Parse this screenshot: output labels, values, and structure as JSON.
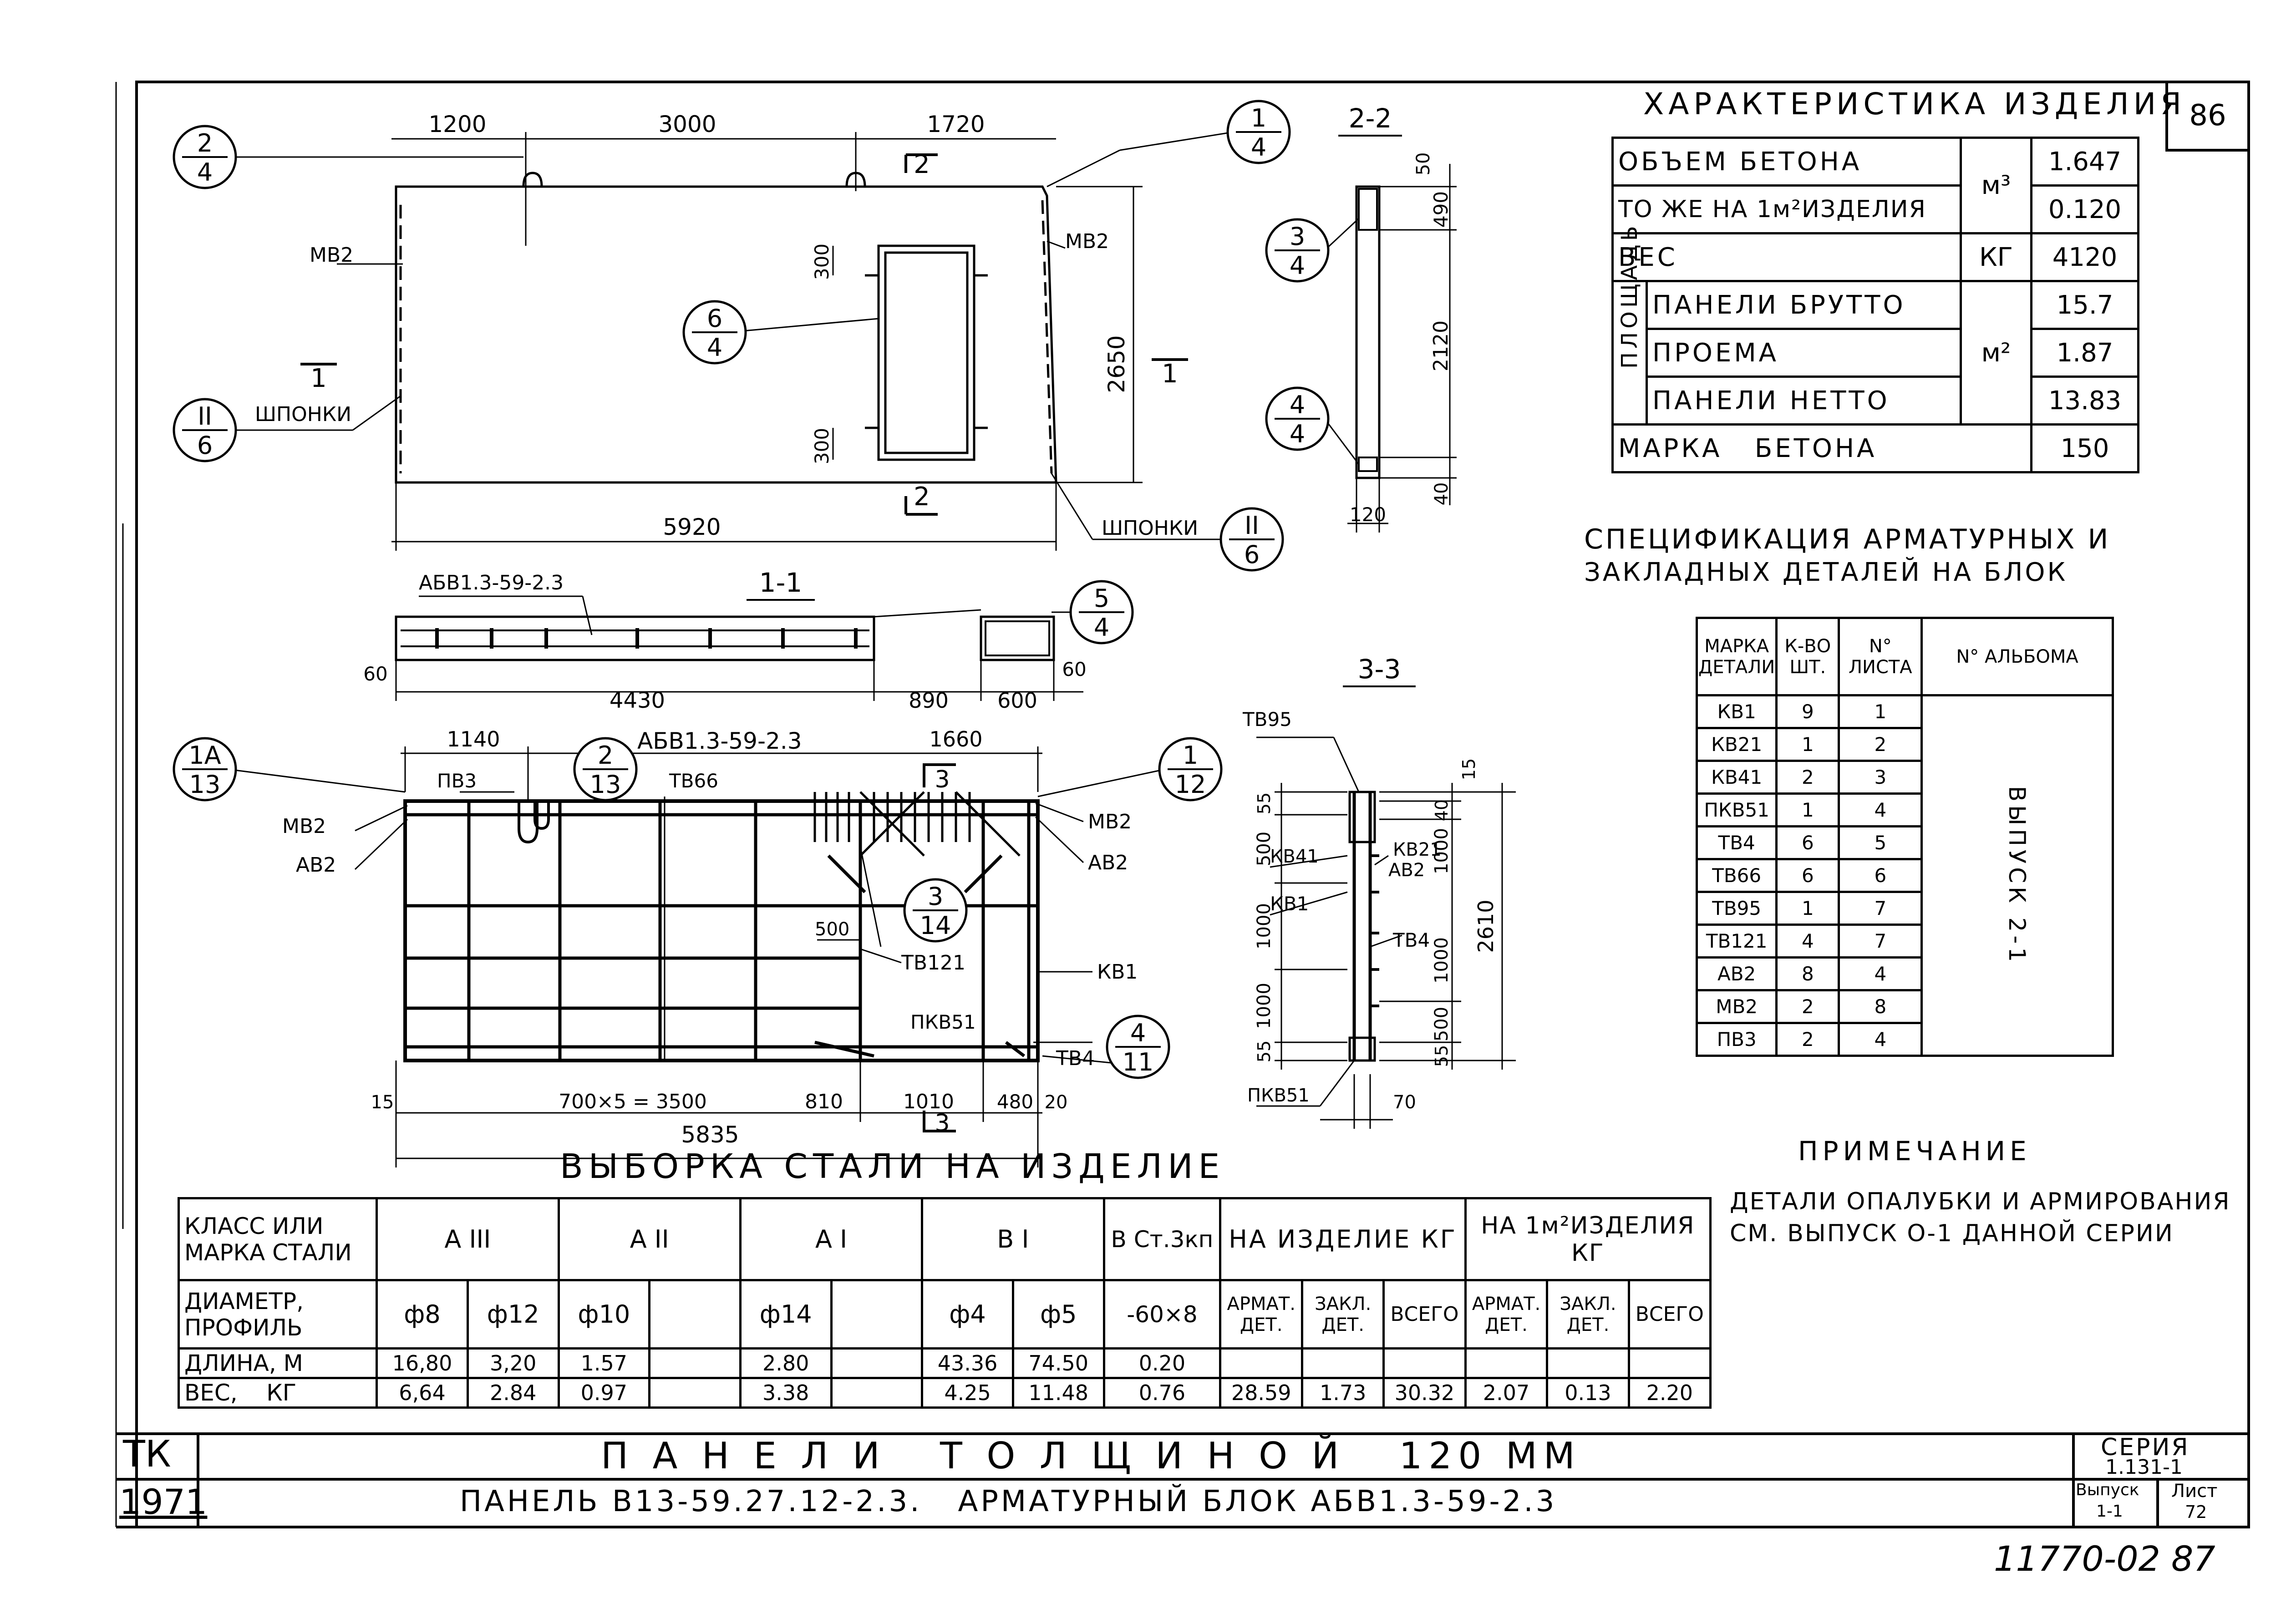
{
  "sheet": {
    "number": "86",
    "bottom_note": "11770-02 87"
  },
  "title_block": {
    "org": "ТК",
    "year": "1971",
    "title": "П А Н Е Л И   Т О Л Щ И Н О Й   120 ММ",
    "subtitle": "ПАНЕЛЬ В13-59.27.12-2.3.   АРМАТУРНЫЙ БЛОК АБВ1.3-59-2.3",
    "series_label": "СЕРИЯ",
    "series_value": "1.131-1",
    "issue_label": "Выпуск",
    "issue_value": "1-1",
    "sheet_label": "Лист",
    "sheet_value": "72"
  },
  "characteristics": {
    "heading": "ХАРАКТЕРИСТИКА ИЗДЕЛИЯ",
    "rows": [
      {
        "label": "ОБЪЕМ БЕТОНА",
        "unit": "м³",
        "value": "1.647"
      },
      {
        "label": "ТО ЖЕ НА 1м²ИЗДЕЛИЯ",
        "unit": "",
        "value": "0.120"
      },
      {
        "label": "ВЕС",
        "unit": "КГ",
        "value": "4120"
      },
      {
        "label": "ПАНЕЛИ БРУТТО",
        "unit": "м²",
        "value": "15.7"
      },
      {
        "label": "ПРОЕМА",
        "unit": "",
        "value": "1.87"
      },
      {
        "label": "ПАНЕЛИ НЕТТО",
        "unit": "",
        "value": "13.83"
      },
      {
        "label": "МАРКА   БЕТОНА",
        "unit": "",
        "value": "150"
      }
    ],
    "group_label": "ПЛОЩАДЬ"
  },
  "specification": {
    "heading_1": "СПЕЦИФИКАЦИЯ АРМАТУРНЫХ И",
    "heading_2": "ЗАКЛАДНЫХ ДЕТАЛЕЙ НА БЛОК",
    "columns": [
      "МАРКА ДЕТАЛИ",
      "К-ВО ШТ.",
      "N° ЛИСТА",
      "N° АЛЬБОМА"
    ],
    "album_note": "ВЫПУСК 2-1",
    "rows": [
      [
        "КВ1",
        "9",
        "1"
      ],
      [
        "КВ21",
        "1",
        "2"
      ],
      [
        "КВ41",
        "2",
        "3"
      ],
      [
        "ПКВ51",
        "1",
        "4"
      ],
      [
        "ТВ4",
        "6",
        "5"
      ],
      [
        "ТВ66",
        "6",
        "6"
      ],
      [
        "ТВ95",
        "1",
        "7"
      ],
      [
        "ТВ121",
        "4",
        "7"
      ],
      [
        "АВ2",
        "8",
        "4"
      ],
      [
        "МВ2",
        "2",
        "8"
      ],
      [
        "ПВ3",
        "2",
        "4"
      ]
    ]
  },
  "note": {
    "heading": "ПРИМЕЧАНИЕ",
    "line1": "ДЕТАЛИ ОПАЛУБКИ И АРМИРОВАНИЯ",
    "line2": "СМ. ВЫПУСК О-1 ДАННОЙ СЕРИИ"
  },
  "steel": {
    "heading": "ВЫБОРКА СТАЛИ НА ИЗДЕЛИЕ",
    "h_class": "КЛАСС ИЛИ МАРКА СТАЛИ",
    "classes": [
      "А III",
      "А II",
      "А I",
      "В I",
      "В Ст.3кп"
    ],
    "h_product": "НА ИЗДЕЛИЕ КГ",
    "h_per_m2": "НА 1м²ИЗДЕЛИЯ КГ",
    "h_diam": "ДИАМЕТР, ПРОФИЛЬ",
    "diams": [
      "ф8",
      "ф12",
      "ф10",
      "",
      "ф14",
      "",
      "ф4",
      "ф5",
      "-60×8"
    ],
    "sub": [
      "АРМАТ. ДЕТ.",
      "ЗАКЛ. ДЕТ.",
      "ВСЕГО",
      "АРМАТ. ДЕТ.",
      "ЗАКЛ. ДЕТ.",
      "ВСЕГО"
    ],
    "h_length": "ДЛИНА, М",
    "lengths": [
      "16,80",
      "3,20",
      "1.57",
      "",
      "2.80",
      "",
      "43.36",
      "74.50",
      "0.20",
      "",
      "",
      "",
      "",
      "",
      ""
    ],
    "h_weight": "ВЕС,    КГ",
    "weights": [
      "6,64",
      "2.84",
      "0.97",
      "",
      "3.38",
      "",
      "4.25",
      "11.48",
      "0.76",
      "28.59",
      "1.73",
      "30.32",
      "2.07",
      "0.13",
      "2.20"
    ]
  },
  "drawing": {
    "dims_top": [
      "1200",
      "3000",
      "1720"
    ],
    "dim_total": "5920",
    "dim_height": "2650",
    "dim_300a": "300",
    "dim_300b": "300",
    "mv2": "МВ2",
    "shponki": "ШПОНКИ",
    "sec11": "1-1",
    "sec22": "2-2",
    "sec33": "3-3",
    "abv": "АБВ1.3-59-2.3",
    "d60": "60",
    "d4430": "4430",
    "d890": "890",
    "d600": "600",
    "d60b": "60",
    "d490": "490",
    "d50": "50",
    "d2120": "2120",
    "d40": "40",
    "d120": "120",
    "d1140": "1140",
    "d1660": "1660",
    "pv3": "ПВ3",
    "tv66": "ТВ66",
    "av2": "АВ2",
    "tv121": "ТВ121",
    "kv1": "КВ1",
    "pkv51": "ПКВ51",
    "tv4": "ТВ4",
    "d500": "500",
    "d15": "15",
    "d3500": "700×5 = 3500",
    "d810": "810",
    "d1010": "1010",
    "d480": "480",
    "d20": "20",
    "d5835": "5835",
    "tv95": "ТВ95",
    "kv41": "КВ41",
    "kv21": "КВ21",
    "ab2": "АВ2",
    "d2610": "2610",
    "d70": "70",
    "v55a": "55",
    "v500": "500",
    "v1000a": "1000",
    "v1000b": "1000",
    "v55b": "55",
    "r15": "15",
    "r40": "40",
    "r1000a": "1000",
    "r1000b": "1000",
    "r500": "500",
    "r55": "55",
    "callouts": [
      {
        "top": "2",
        "bottom": "4"
      },
      {
        "top": "1",
        "bottom": "4"
      },
      {
        "top": "6",
        "bottom": "4"
      },
      {
        "top": "II",
        "bottom": "6"
      },
      {
        "top": "II",
        "bottom": "6"
      },
      {
        "top": "5",
        "bottom": "4"
      },
      {
        "top": "3",
        "bottom": "4"
      },
      {
        "top": "4",
        "bottom": "4"
      },
      {
        "top": "1А",
        "bottom": "13"
      },
      {
        "top": "2",
        "bottom": "13"
      },
      {
        "top": "1",
        "bottom": "12"
      },
      {
        "top": "3",
        "bottom": "14"
      },
      {
        "top": "4",
        "bottom": "11"
      }
    ]
  }
}
